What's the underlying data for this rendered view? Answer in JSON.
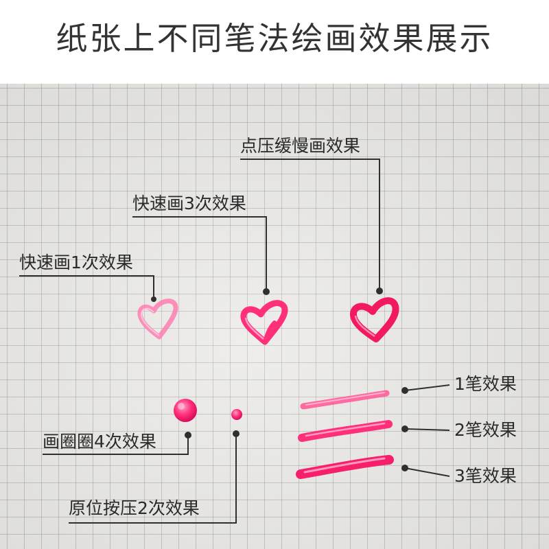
{
  "title": "纸张上不同笔法绘画效果展示",
  "colors": {
    "ink": "#ff2f7a",
    "ink_dark": "#e0115f",
    "ink_light": "#ff8fbd",
    "line": "#2f2f2f",
    "paper": "#e9e8e5"
  },
  "labels": {
    "slow_press": "点压缓慢画效果",
    "fast_3": "快速画3次效果",
    "fast_1": "快速画1次效果",
    "stroke_1": "1笔效果",
    "stroke_2": "2笔效果",
    "stroke_3": "3笔效果",
    "circle_4": "画圈圈4次效果",
    "press_2": "原位按压2次效果"
  }
}
